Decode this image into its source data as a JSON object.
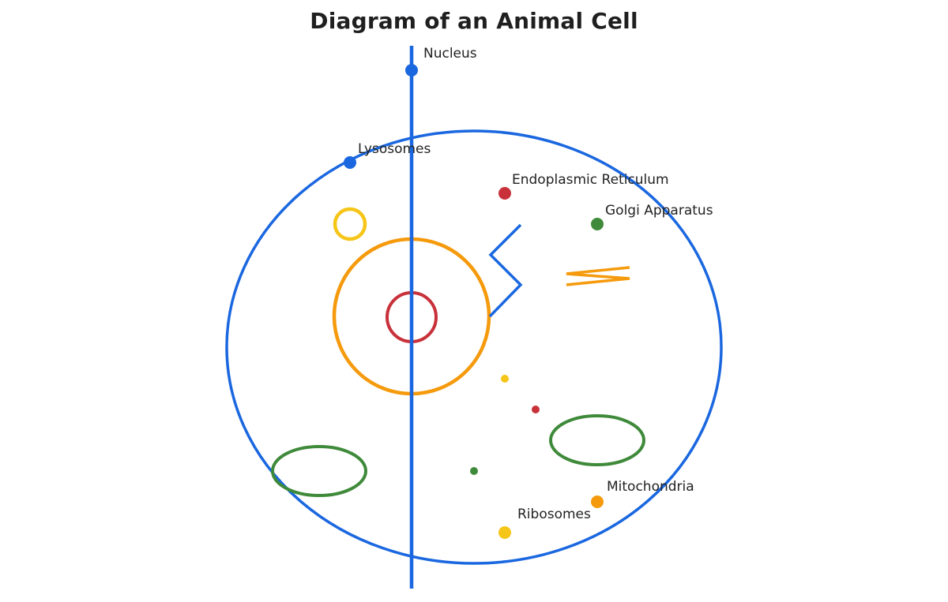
{
  "title": "Diagram of an Animal Cell",
  "colors": {
    "blue": "#1a67e0",
    "orange": "#f59a0c",
    "red": "#c8313a",
    "green": "#3f8a3a",
    "yellow": "#f5c518",
    "text": "#222222"
  },
  "labels": {
    "nucleus": "Nucleus",
    "lysosomes": "Lysosomes",
    "endoplasmic_reticulum": "Endoplasmic Reticulum",
    "golgi_apparatus": "Golgi Apparatus",
    "mitochondria": "Mitochondria",
    "ribosomes": "Ribosomes"
  }
}
